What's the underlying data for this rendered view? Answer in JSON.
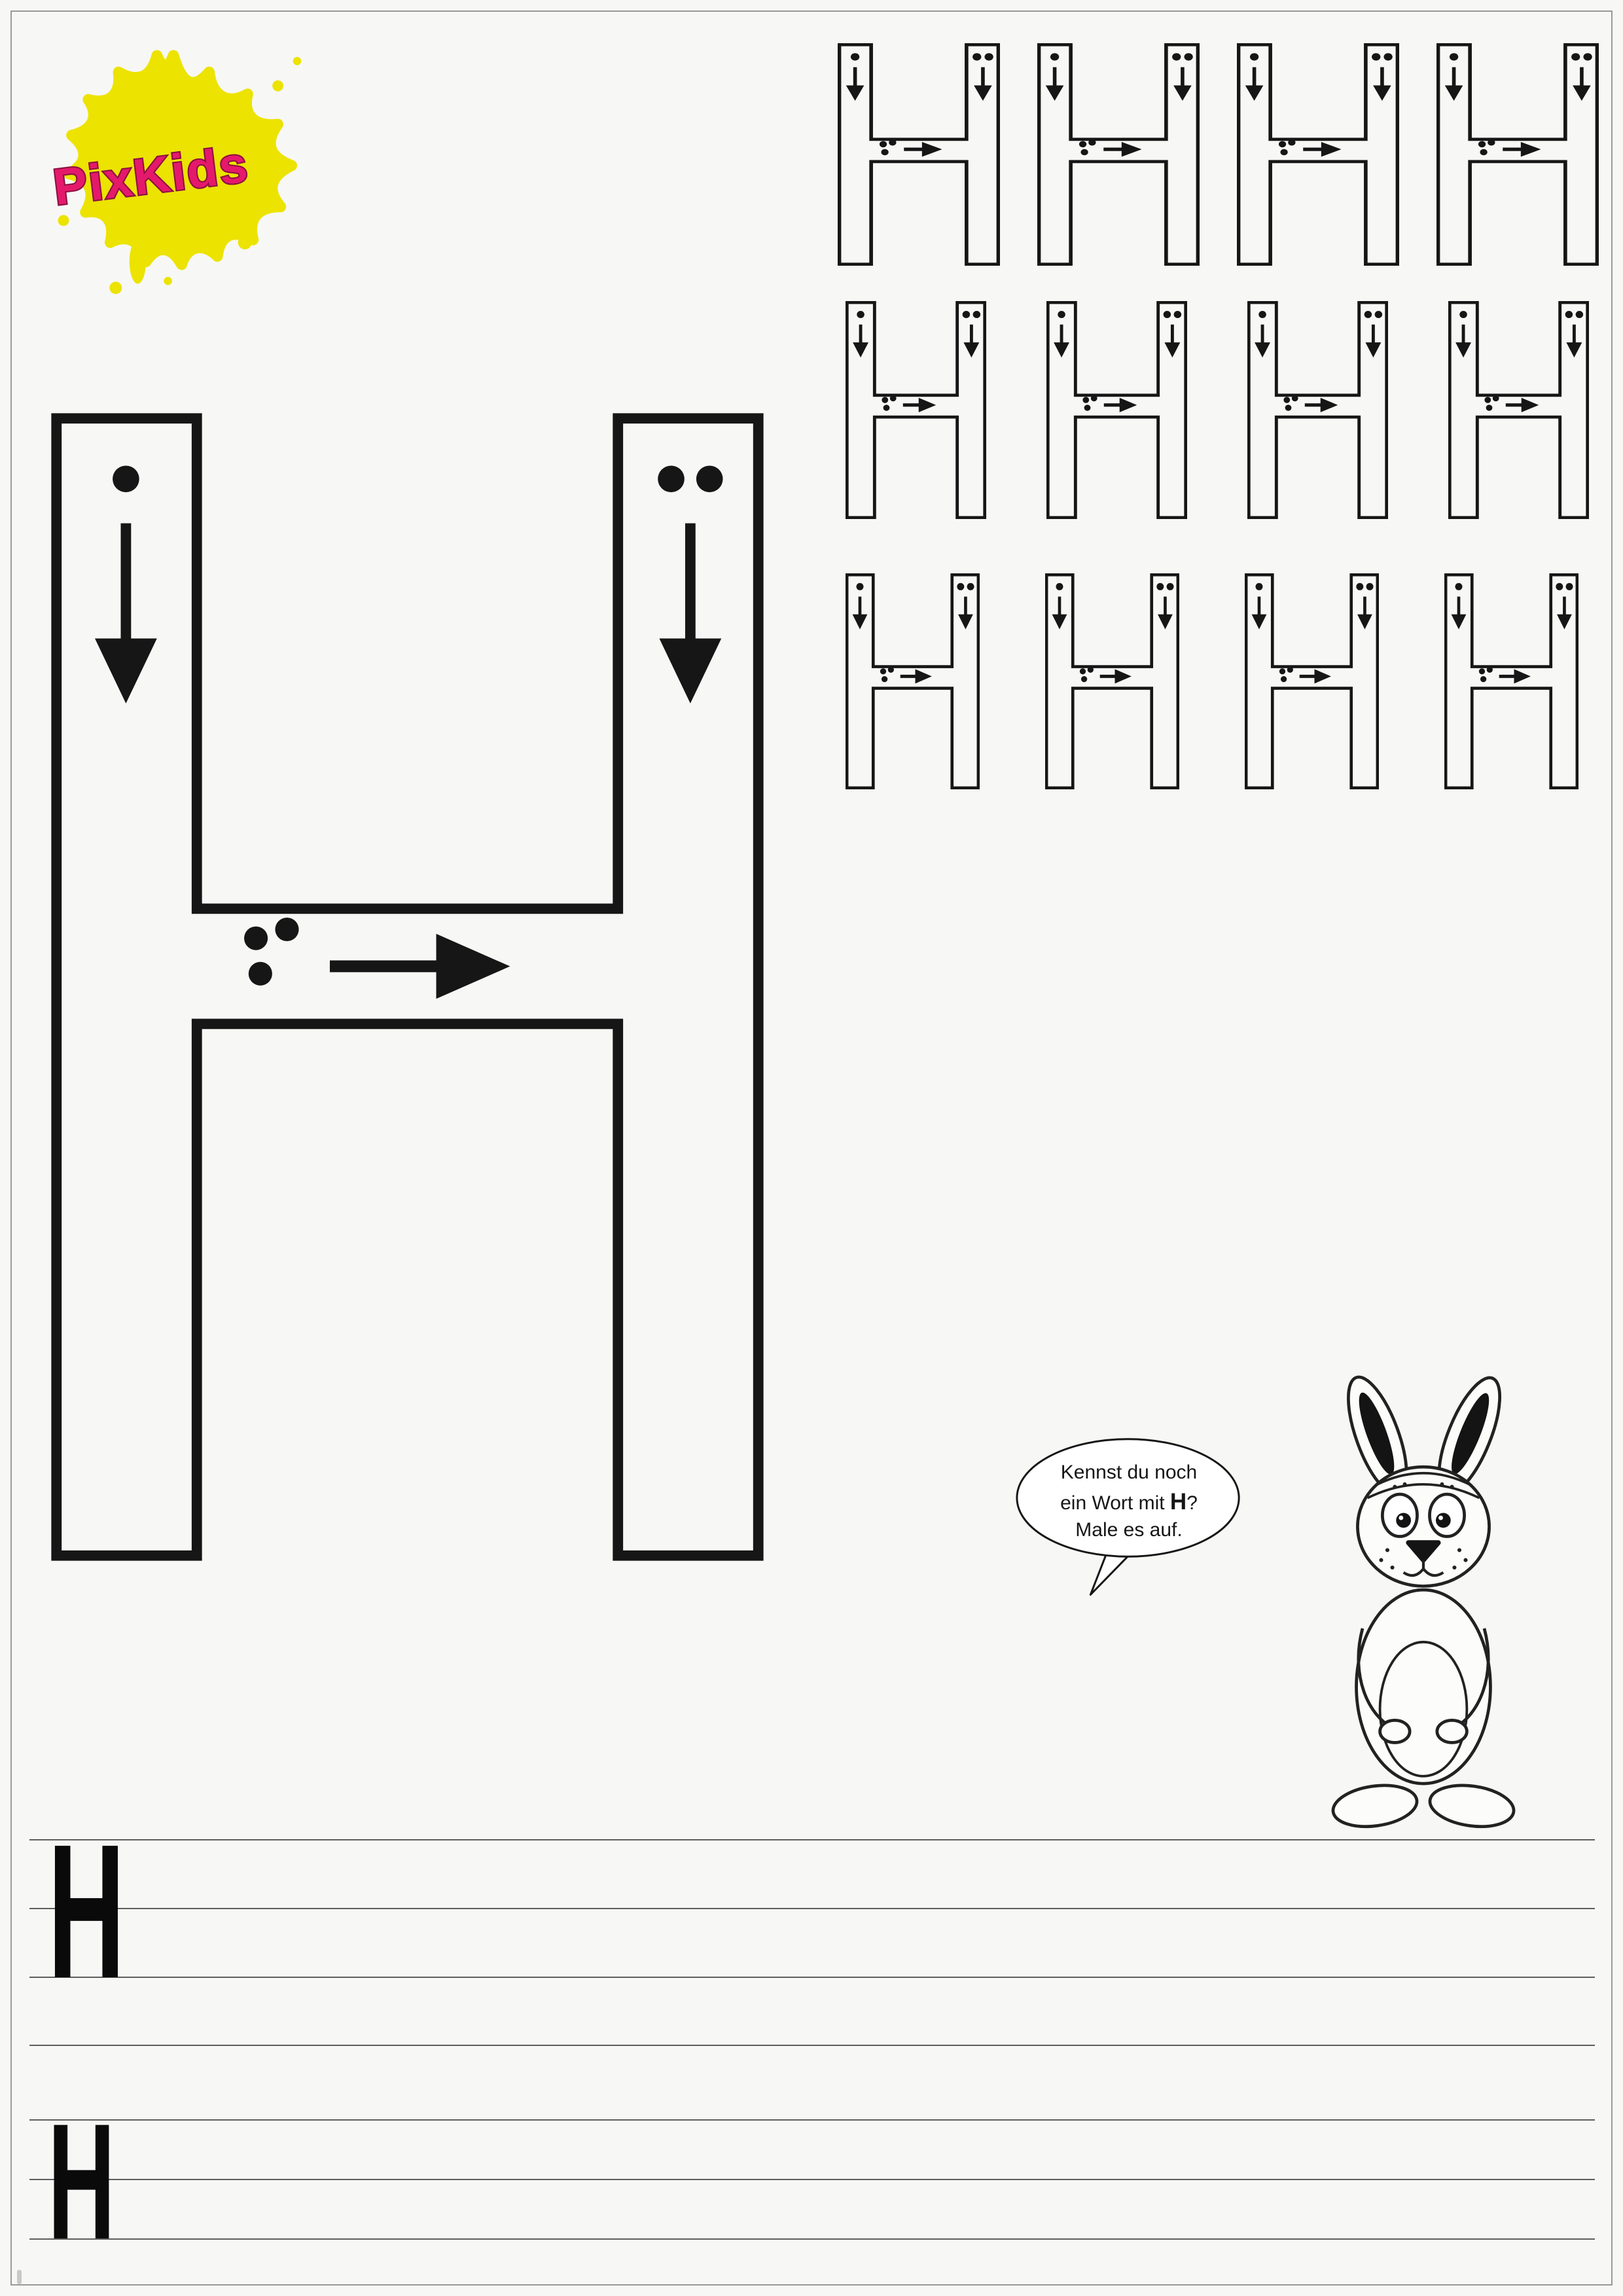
{
  "page": {
    "background": "#f7f7f5",
    "border_color": "#9a9a9a"
  },
  "logo": {
    "text": "PixKids",
    "splat_color": "#ece300",
    "text_color": "#e5196b",
    "text_outline": "#8c1140"
  },
  "tracing": {
    "letter": "H",
    "stroke_order": {
      "stroke1_dots": 1,
      "stroke2_dots": 2,
      "stroke3_dots": 3
    },
    "practice_rows": [
      {
        "count": 4
      },
      {
        "count": 4
      },
      {
        "count": 4
      }
    ]
  },
  "speech_bubble": {
    "line1": "Kennst du noch",
    "line2_prefix": "ein Wort mit ",
    "line2_letter": "H",
    "line2_suffix": "?",
    "line3": "Male es auf."
  },
  "character": {
    "name": "rabbit"
  },
  "writing_lines": [
    {
      "letter": "H"
    },
    {
      "letter": "H"
    }
  ],
  "colors": {
    "ink": "#161616",
    "guide_line": "#5e5e5e"
  }
}
